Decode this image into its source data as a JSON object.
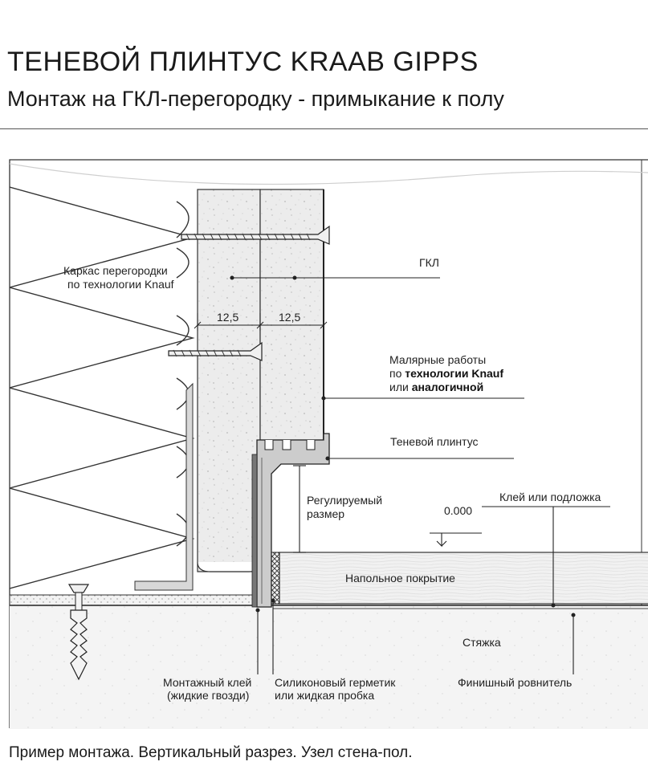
{
  "header": {
    "title": "ТЕНЕВОЙ ПЛИНТУС KRAAB GIPPS",
    "subtitle": "Монтаж на ГКЛ-перегородку - примыкание к полу"
  },
  "labels": {
    "frame_line1": "Каркас перегородки",
    "frame_line2": "по технологии Knauf",
    "dim_left": "12,5",
    "dim_right": "12,5",
    "gkl": "ГКЛ",
    "paint_line1": "Малярные работы",
    "paint_line2_prefix": "по ",
    "paint_line2_bold": "технологии Knauf",
    "paint_line3_prefix": "или ",
    "paint_line3_bold": "аналогичной",
    "shadow_plinth": "Теневой плинтус",
    "adjustable_line1": "Регулируемый",
    "adjustable_line2": "размер",
    "level_mark": "0.000",
    "glue_underlay": "Клей или подложка",
    "floor_covering": "Напольное покрытие",
    "screed": "Стяжка",
    "mount_glue_line1": "Монтажный клей",
    "mount_glue_line2": "(жидкие гвозди)",
    "silicone_line1": "Силиконовый герметик",
    "silicone_line2": "или жидкая пробка",
    "finish_leveler": "Финишный ровнитель"
  },
  "caption": "Пример монтажа. Вертикальный разрез. Узел стена-пол."
}
